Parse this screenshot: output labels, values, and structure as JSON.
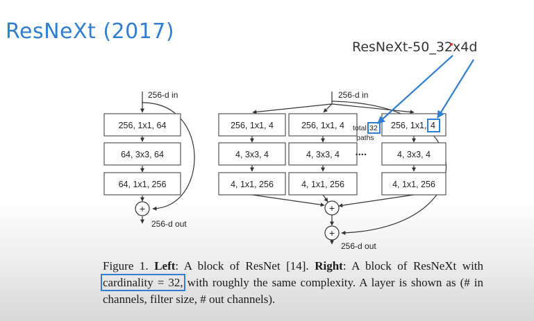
{
  "slide": {
    "title": "ResNeXt (2017)",
    "callout": "ResNeXt-50_32x4d"
  },
  "colors": {
    "title": "#2f7ecf",
    "highlight": "#2f7ecf",
    "box_border": "#555555",
    "text": "#1a1a1a"
  },
  "diagram": {
    "left": {
      "input_label": "256-d in",
      "output_label": "256-d out",
      "layers": [
        "256, 1x1, 64",
        "64, 3x3, 64",
        "64, 1x1, 256"
      ],
      "sum_symbol": "+"
    },
    "right": {
      "input_label": "256-d in",
      "output_label": "256-d out",
      "paths": [
        [
          "256, 1x1, 4",
          "4, 3x3, 4",
          "4, 1x1, 256"
        ],
        [
          "256, 1x1, 4",
          "4, 3x3, 4",
          "4, 1x1, 256"
        ],
        [
          "256, 1x1, 4",
          "4, 3x3, 4",
          "4, 1x1, 256"
        ]
      ],
      "third_path_first_prefix": "256, 1x1,",
      "third_path_first_suffix": "4",
      "total_label": "total",
      "total_value": "32",
      "paths_label": "paths",
      "ellipsis": "••••",
      "sum_symbol": "+"
    }
  },
  "caption": {
    "prefix": "Figure 1.",
    "left_bold": "Left",
    "left_text": ": A block of ResNet [14].",
    "right_bold": "Right",
    "right_text": ": A block of ResNeXt with",
    "highlighted": "cardinality = 32,",
    "rest": "with roughly the same complexity. A layer is shown as (# in channels, filter size, # out channels)."
  }
}
